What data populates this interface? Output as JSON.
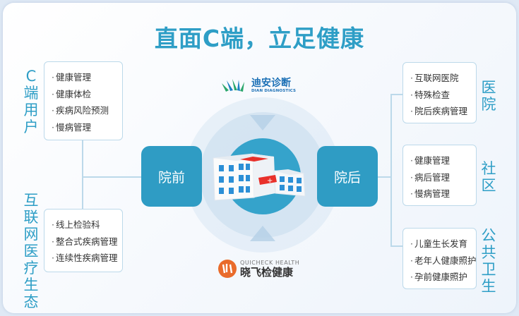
{
  "title": "直面C端，立足健康",
  "left": {
    "c_end": {
      "label": "C端用户",
      "items": [
        "健康管理",
        "健康体检",
        "疾病风险预测",
        "慢病管理"
      ]
    },
    "internet": {
      "label": "互联网医疗生态",
      "items": [
        "线上检验科",
        "整合式疾病管理",
        "连续性疾病管理"
      ]
    }
  },
  "center": {
    "pre_hospital": "院前",
    "post_hospital": "院后",
    "icon": "hospital-building-icon",
    "top_logo": {
      "cn": "迪安诊断",
      "en": "DIAN DIAGNOSTICS"
    },
    "bottom_logo": {
      "cn": "晓飞检健康",
      "en": "QUICHECK HEALTH"
    }
  },
  "right": {
    "hospital": {
      "label": "医院",
      "items": [
        "互联网医院",
        "特殊检查",
        "院后疾病管理"
      ]
    },
    "community": {
      "label": "社区",
      "items": [
        "健康管理",
        "病后管理",
        "慢病管理"
      ]
    },
    "public_health": {
      "label": "公共卫生",
      "items": [
        "儿童生长发育",
        "老年人健康照护",
        "孕前健康照护"
      ]
    }
  },
  "colors": {
    "accent": "#2e9ec6",
    "line": "#bcd9ea",
    "cross": "#e8302a"
  }
}
